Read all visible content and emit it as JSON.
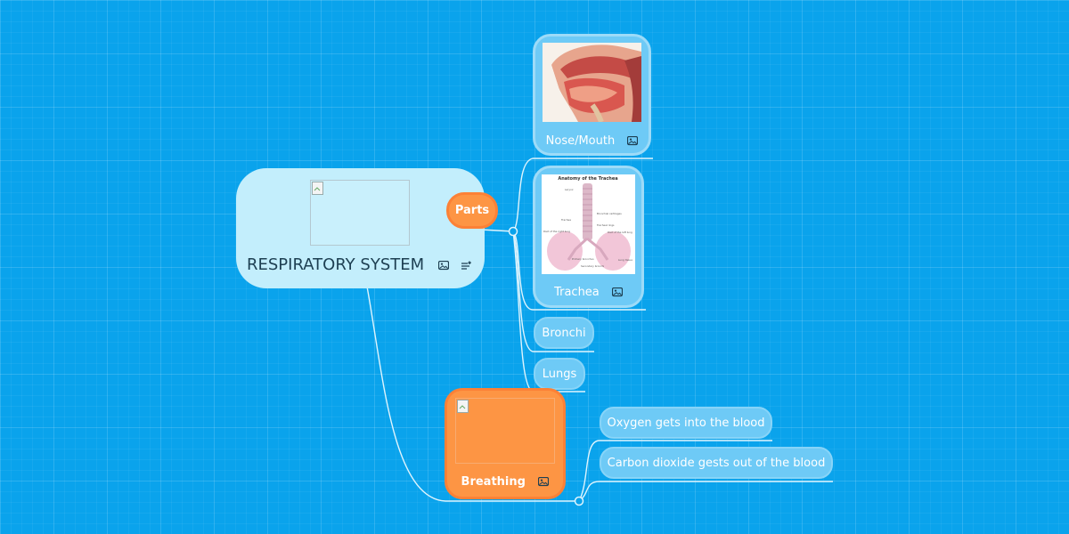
{
  "root": {
    "title": "RESPIRATORY SYSTEM"
  },
  "parts": {
    "label": "Parts"
  },
  "part_items": [
    {
      "label": "Nose/Mouth"
    },
    {
      "label": "Trachea"
    },
    {
      "label": "Bronchi"
    },
    {
      "label": "Lungs"
    }
  ],
  "trachea_image": {
    "title": "Anatomy of the Trachea",
    "labels": [
      "Larynx",
      "Trachea",
      "Bronchial cartilages",
      "Tracheal rings",
      "Root of the right lung",
      "Root of the left lung",
      "Lung tissue",
      "Primary bronchus",
      "Secondary bronchi"
    ]
  },
  "breathing": {
    "label": "Breathing"
  },
  "breathing_items": [
    {
      "label": "Oxygen gets into the blood"
    },
    {
      "label": "Carbon dioxide gests out of the blood"
    }
  ],
  "colors": {
    "background": "#0aa3ec",
    "root_fill": "#c3eefc",
    "orange": "#fd9544",
    "blue_node": "#6ecaf6",
    "connector": "#ffffff"
  },
  "icons": {
    "image": "image-icon",
    "notes": "notes-icon"
  }
}
